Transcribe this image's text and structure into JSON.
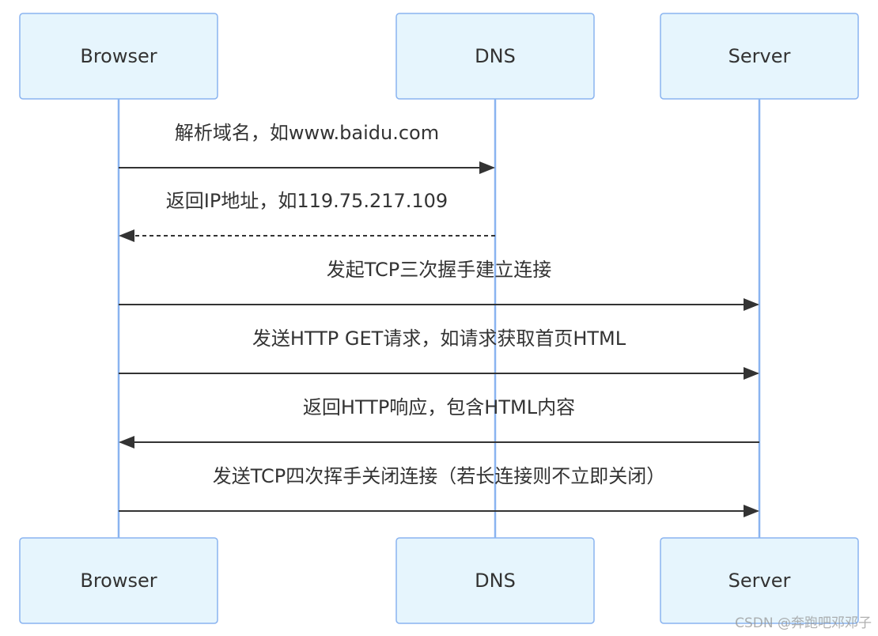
{
  "diagram": {
    "type": "sequence",
    "actors": [
      {
        "id": "browser",
        "name": "Browser"
      },
      {
        "id": "dns",
        "name": "DNS"
      },
      {
        "id": "server",
        "name": "Server"
      }
    ],
    "messages": [
      {
        "from": "browser",
        "to": "dns",
        "label": "解析域名，如www.baidu.com",
        "style": "solid"
      },
      {
        "from": "dns",
        "to": "browser",
        "label": "返回IP地址，如119.75.217.109",
        "style": "dashed"
      },
      {
        "from": "browser",
        "to": "server",
        "label": "发起TCP三次握手建立连接",
        "style": "solid"
      },
      {
        "from": "browser",
        "to": "server",
        "label": "发送HTTP GET请求，如请求获取首页HTML",
        "style": "solid"
      },
      {
        "from": "server",
        "to": "browser",
        "label": "返回HTTP响应，包含HTML内容",
        "style": "solid"
      },
      {
        "from": "browser",
        "to": "server",
        "label": "发送TCP四次挥手关闭连接（若长连接则不立即关闭）",
        "style": "solid"
      }
    ],
    "colors": {
      "actor_fill": "#e6f5fd",
      "actor_border": "#8ab4f0",
      "lifeline": "#8ab4f0",
      "message": "#333333"
    }
  },
  "watermark": "CSDN @奔跑吧邓邓子"
}
